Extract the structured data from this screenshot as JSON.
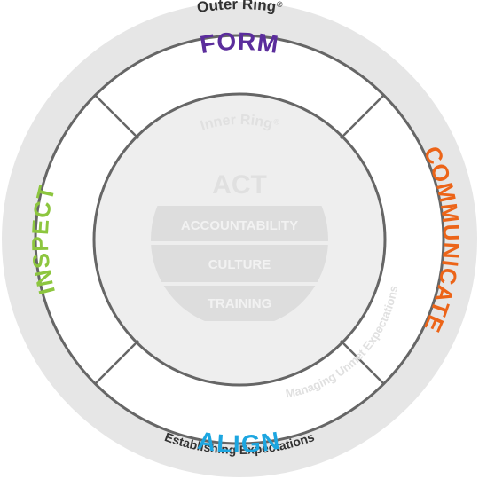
{
  "outer_ring": {
    "title": "Outer Ring",
    "title_mark": "®",
    "subtitle": "Establishing Expectations",
    "background_color": "#e6e6e6",
    "text_color": "#333333"
  },
  "ring_steps": {
    "ring_fill": "#ffffff",
    "divider_color": "#666666",
    "items": [
      {
        "label": "FORM",
        "color": "#5b2d9c"
      },
      {
        "label": "COMMUNICATE",
        "color": "#ec6418"
      },
      {
        "label": "ALIGN",
        "color": "#1da6e0"
      },
      {
        "label": "INSPECT",
        "color": "#8dc63f"
      }
    ]
  },
  "inner_ring": {
    "title": "Inner Ring",
    "title_mark": "®",
    "heading": "ACT",
    "layers": [
      "ACCOUNTABILITY",
      "CULTURE",
      "TRAINING"
    ],
    "subtitle": "Managing Unmet Expectations",
    "background_color": "#eeeeee",
    "layer_color": "#dddddd",
    "text_color": "#e0e0e0"
  }
}
